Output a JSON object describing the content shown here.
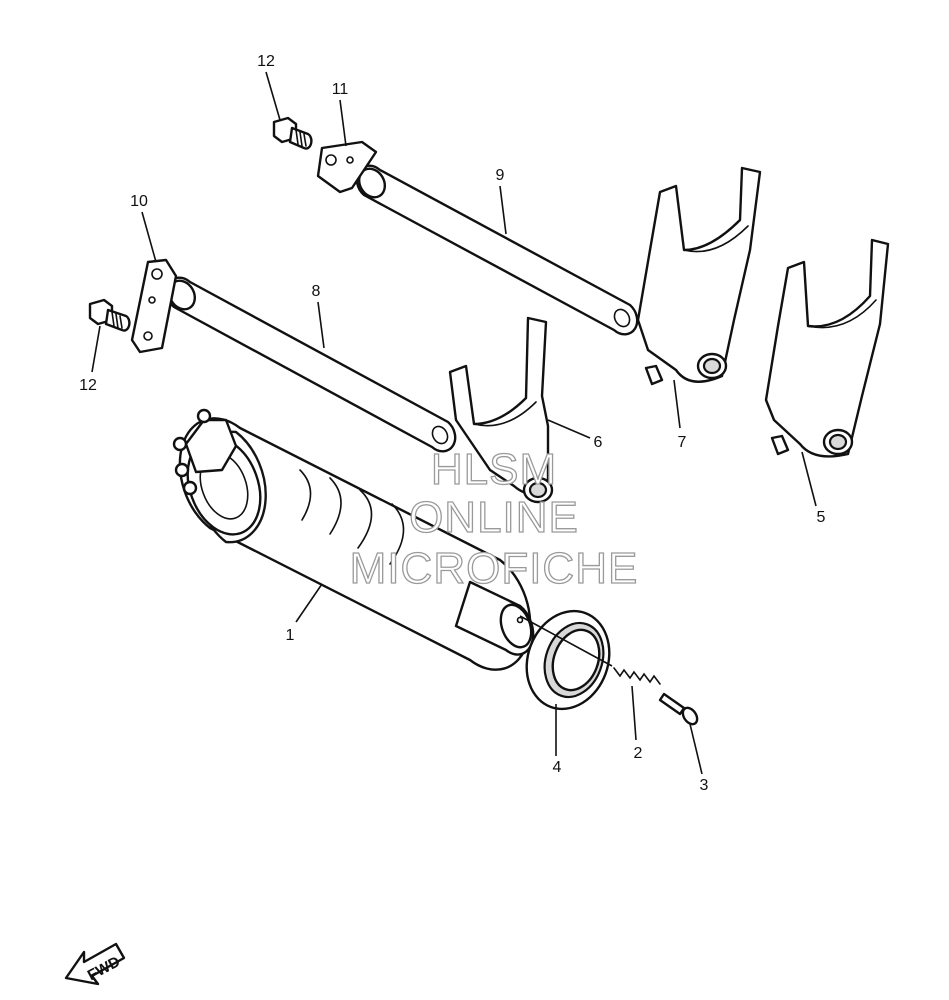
{
  "callouts": [
    {
      "id": "c1",
      "label": "1",
      "part": "shift-drum"
    },
    {
      "id": "c2",
      "label": "2",
      "part": "spring"
    },
    {
      "id": "c3",
      "label": "3",
      "part": "pin"
    },
    {
      "id": "c4",
      "label": "4",
      "part": "bearing"
    },
    {
      "id": "c5",
      "label": "5",
      "part": "shift-fork-right"
    },
    {
      "id": "c6",
      "label": "6",
      "part": "shift-fork-center"
    },
    {
      "id": "c7",
      "label": "7",
      "part": "shift-fork-upper"
    },
    {
      "id": "c8",
      "label": "8",
      "part": "fork-shaft-lower"
    },
    {
      "id": "c9",
      "label": "9",
      "part": "fork-shaft-upper"
    },
    {
      "id": "c10",
      "label": "10",
      "part": "stopper-plate-left"
    },
    {
      "id": "c11",
      "label": "11",
      "part": "stopper-plate-top"
    },
    {
      "id": "c12a",
      "label": "12",
      "part": "bolt-top"
    },
    {
      "id": "c12b",
      "label": "12",
      "part": "bolt-left"
    }
  ],
  "watermark": {
    "line1": "HLSM",
    "line2": "ONLINE",
    "line3": "MICROFICHE"
  },
  "badge": {
    "fwd": "FWD"
  }
}
